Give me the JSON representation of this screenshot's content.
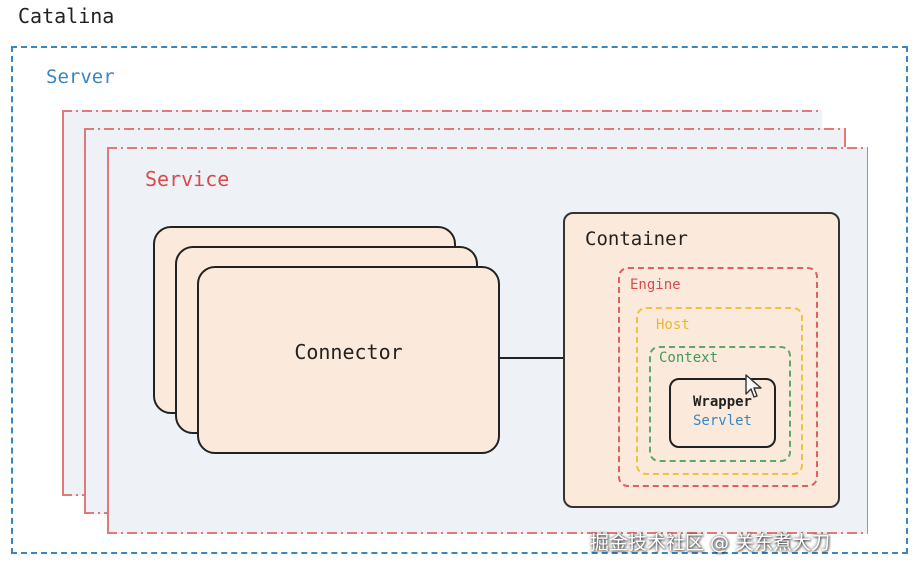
{
  "diagram": {
    "catalina_label": "Catalina",
    "server_label": "Server",
    "service_label": "Service",
    "connector_label": "Connector",
    "container_label": "Container",
    "engine_label": "Engine",
    "host_label": "Host",
    "context_label": "Context",
    "wrapper_label": "Wrapper",
    "servlet_label": "Servlet"
  },
  "watermark": {
    "text": "掘金技术社区 @ 关东煮大刀"
  },
  "colors": {
    "server_border": "#3a86c0",
    "service_border": "#e07a7a",
    "service_fill": "#eef2f7",
    "card_fill": "#fbeadb",
    "engine_border": "#e06060",
    "host_border": "#f0c33a",
    "context_border": "#5aa86a"
  },
  "icons": {
    "cursor": "mouse-pointer-icon"
  }
}
